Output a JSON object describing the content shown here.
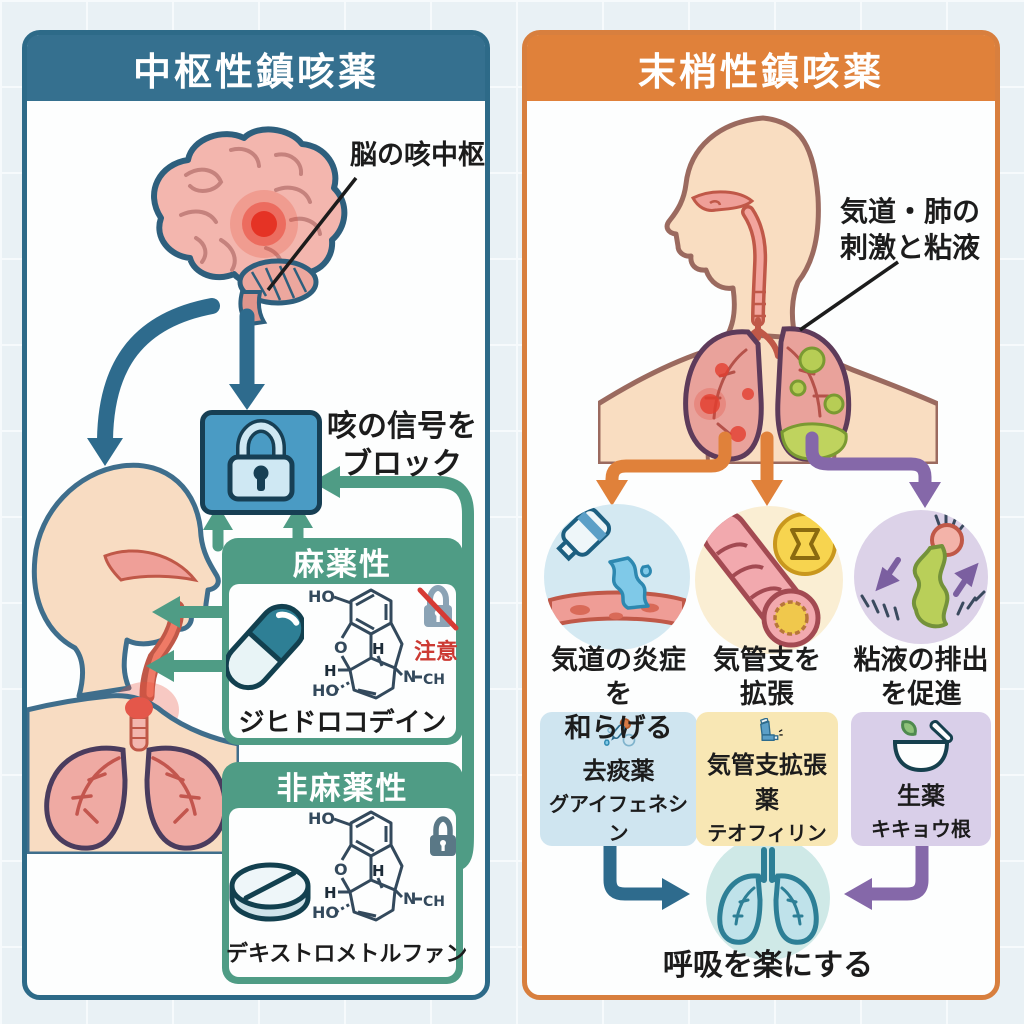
{
  "left_panel": {
    "title": "中枢性鎮咳薬",
    "brain_label": "脳の咳中枢",
    "block_line1": "咳の信号を",
    "block_line2": "ブロック",
    "narcotic_header": "麻薬性",
    "caution_label": "注意",
    "narcotic_drug": "ジヒドロコデイン",
    "non_narcotic_header": "非麻薬性",
    "non_narcotic_drug": "デキストロメトルファン"
  },
  "chem": {
    "ho_top": "HO",
    "o": "O",
    "h_center": "H",
    "h_left": "H",
    "ho_bottom": "HO",
    "n": "N",
    "ch3": "CH₃"
  },
  "right_panel": {
    "title": "末梢性鎮咳薬",
    "irritation_line1": "気道・肺の",
    "irritation_line2": "刺激と粘液",
    "columns": [
      {
        "effect1": "気道の炎症を",
        "effect2": "和らげる",
        "drug1": "去痰薬",
        "drug2": "グアイフェネシン"
      },
      {
        "effect1": "気管支を",
        "effect2": "拡張",
        "drug1": "気管支拡張薬",
        "drug2": "テオフィリン"
      },
      {
        "effect1": "粘液の排出",
        "effect2": "を促進",
        "drug1": "生薬",
        "drug2": "キキョウ根"
      }
    ],
    "outcome": "呼吸を楽にする"
  },
  "colors": {
    "left_accent": "#35708f",
    "right_accent": "#e0813a",
    "green": "#4f9c85",
    "blue_arrow": "#2e6b8d",
    "purple_arrow": "#8568a9",
    "caution_red": "#cc3a33"
  }
}
